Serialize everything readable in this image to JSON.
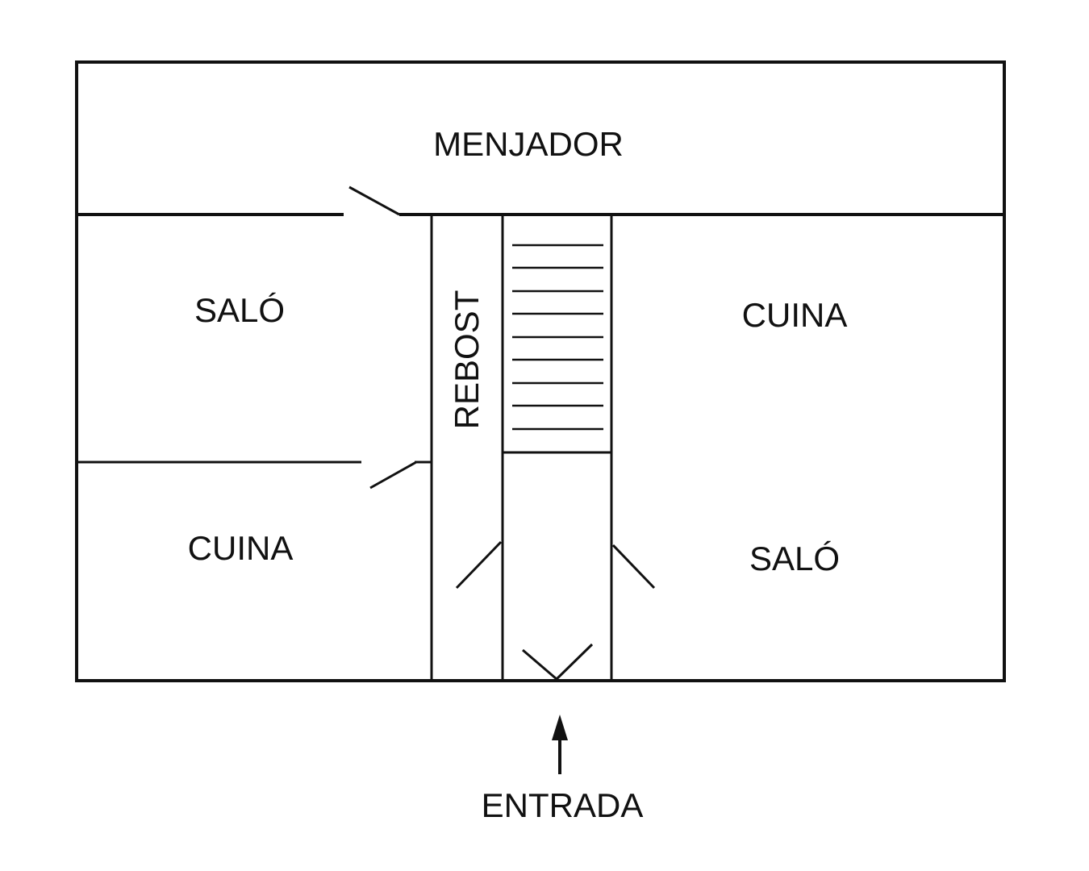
{
  "rooms": {
    "menjador": "MENJADOR",
    "salo_left": "SALÓ",
    "rebost": "REBOST",
    "cuina_right": "CUINA",
    "cuina_left": "CUINA",
    "salo_right": "SALÓ"
  },
  "entrance": {
    "label": "ENTRADA"
  },
  "stairs": {
    "step_count": 9
  },
  "colors": {
    "ink": "#111111",
    "background": "#ffffff"
  }
}
